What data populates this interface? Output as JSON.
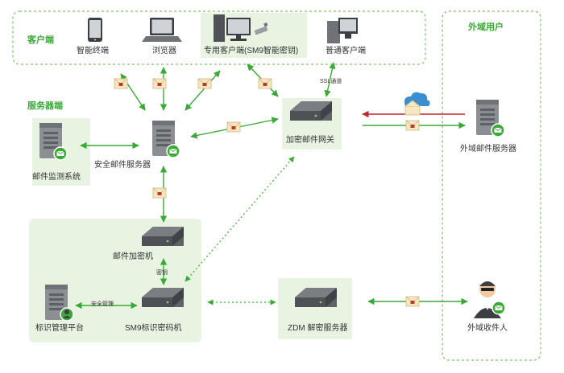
{
  "sections": {
    "client": "客户端",
    "server": "服务器端",
    "external": "外域用户"
  },
  "nodes": {
    "smart_terminal": "智能终端",
    "browser": "浏览器",
    "dedicated_client": "专用客户端(SM9智能密钥)",
    "normal_client": "普通客户端",
    "monitor": "邮件监测系统",
    "secure_mail_server": "安全邮件服务器",
    "encrypt_gateway": "加密邮件网关",
    "external_mail_server": "外域邮件服务器",
    "mail_encryptor": "邮件加密机",
    "id_platform": "标识管理平台",
    "sm9_crypto": "SM9标识密码机",
    "zdm_server": "ZDM 解密服务器",
    "external_recipient": "外域收件人"
  },
  "edges": {
    "ssl": "SSL通道",
    "key": "密钥",
    "security_mgmt": "安全管理"
  },
  "colors": {
    "green": "#3aa935",
    "red": "#c0272d",
    "zone": "#e8f3e2",
    "dashed": "#7dc36b",
    "server_body": "#8b8e93",
    "device": "#5f6368"
  }
}
